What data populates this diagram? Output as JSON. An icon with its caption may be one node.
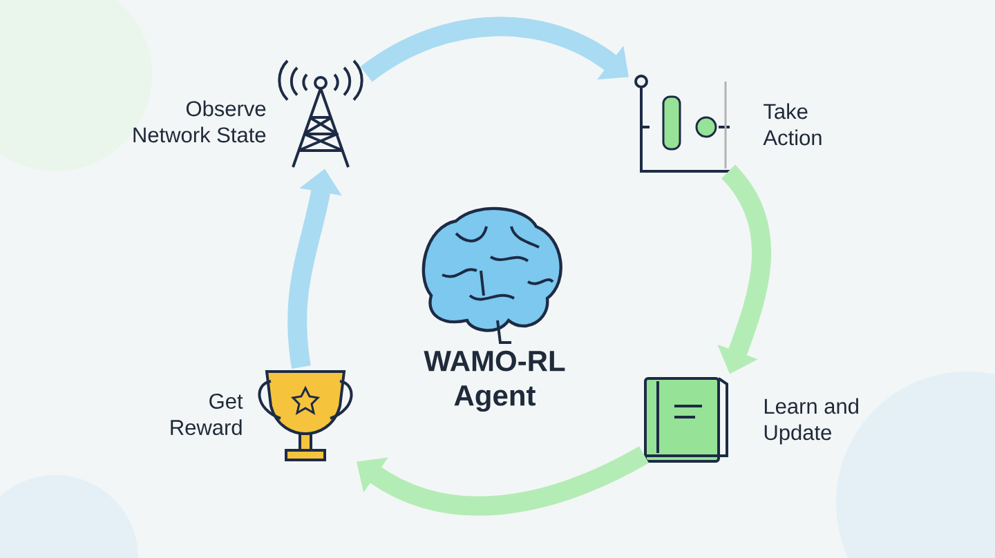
{
  "diagram": {
    "nodes": [
      {
        "text": [
          "Observe Network State"
        ]
      },
      {
        "text": [
          "Take Action"
        ]
      },
      {
        "text": [
          "Learn and Update"
        ]
      },
      {
        "text": [
          "Get Reward"
        ]
      },
      {
        "text": [
          "WAMO-RL Agent"
        ]
      }
    ],
    "edges": [
      {
        "from": 0,
        "to": 1,
        "arrow": "to",
        "color": "#a9dbf3"
      },
      {
        "from": 1,
        "to": 2,
        "arrow": "to",
        "color": "#b4ecb6"
      },
      {
        "from": 2,
        "to": 3,
        "arrow": "to",
        "color": "#b4ecb6"
      },
      {
        "from": 3,
        "to": 0,
        "arrow": "to",
        "color": "#a9dbf3"
      }
    ]
  }
}
